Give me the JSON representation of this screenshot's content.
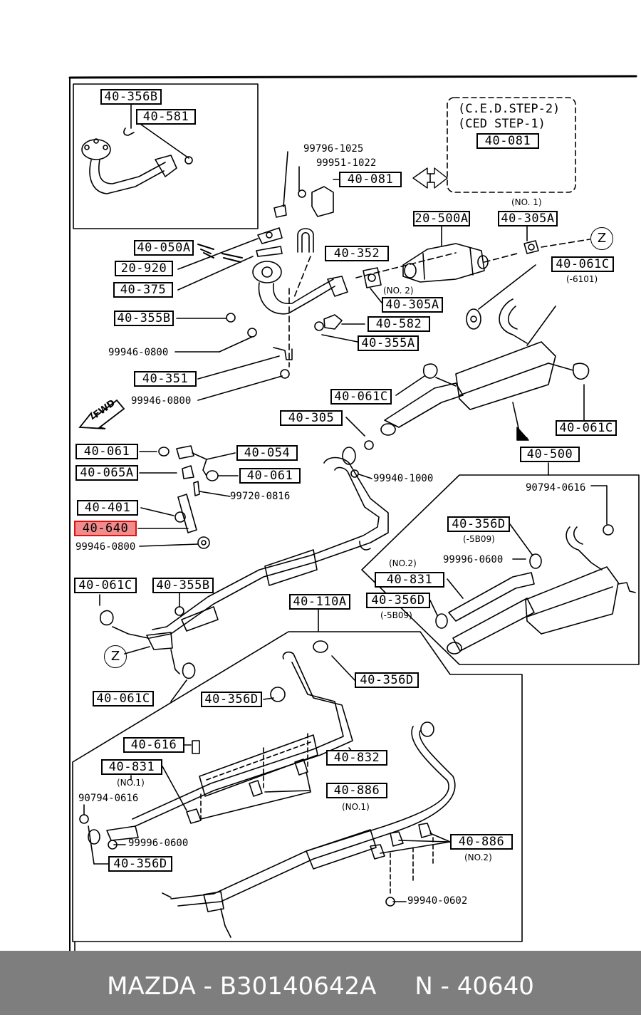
{
  "footer": {
    "caption": "MAZDA - B30140642A     N - 40640"
  },
  "labels": {
    "l_40356B": "40-356B",
    "l_40581": "40-581",
    "l_40081a": "40-081",
    "l_40081b": "40-081",
    "l_20500A": "20-500A",
    "l_40305Aa": "40-305A",
    "l_40050A": "40-050A",
    "l_20920": "20-920",
    "l_40375": "40-375",
    "l_40352": "40-352",
    "l_40061Ca": "40-061C",
    "l_40305Ab": "40-305A",
    "l_40355Ba": "40-355B",
    "l_40582": "40-582",
    "l_40355A": "40-355A",
    "l_40351": "40-351",
    "l_40061Cb": "40-061C",
    "l_40305": "40-305",
    "l_40061Cc": "40-061C",
    "l_40500": "40-500",
    "l_40061a": "40-061",
    "l_40054": "40-054",
    "l_40065A": "40-065A",
    "l_40061b": "40-061",
    "l_40401": "40-401",
    "l_40640": "40-640",
    "l_40356Da": "40-356D",
    "l_40831a": "40-831",
    "l_40356Db": "40-356D",
    "l_40061Cd": "40-061C",
    "l_40355Bb": "40-355B",
    "l_40110A": "40-110A",
    "l_40061Ce": "40-061C",
    "l_40356Dc": "40-356D",
    "l_40356Dd": "40-356D",
    "l_40616": "40-616",
    "l_40832": "40-832",
    "l_40831b": "40-831",
    "l_40886a": "40-886",
    "l_40886b": "40-886",
    "l_40356De": "40-356D"
  },
  "parts": {
    "p_99796_1025": "99796-1025",
    "p_99951_1022": "99951-1022",
    "p_99946_0800a": "99946-0800",
    "p_99946_0800b": "99946-0800",
    "p_99940_1000": "99940-1000",
    "p_99720_0816": "99720-0816",
    "p_99946_0800c": "99946-0800",
    "p_90794_0616a": "90794-0616",
    "p_99996_0600a": "99996-0600",
    "p_90794_0616b": "90794-0616",
    "p_99996_0600b": "99996-0600",
    "p_99940_0602": "99940-0602"
  },
  "notes": {
    "ced1": "(C.E.D.STEP-2)",
    "ced2": "(CED STEP-1)",
    "no1a": "(NO. 1)",
    "no2a": "(NO. 2)",
    "n6101": "(-6101)",
    "no2b": "(NO.2)",
    "s5b09a": "(-5B09)",
    "s5b09b": "(-5B09)",
    "no1b": "(NO.1)",
    "no1c": "(NO.1)",
    "no2c": "(NO.2)",
    "fwd": "FWD",
    "z1": "Z",
    "z2": "Z"
  }
}
